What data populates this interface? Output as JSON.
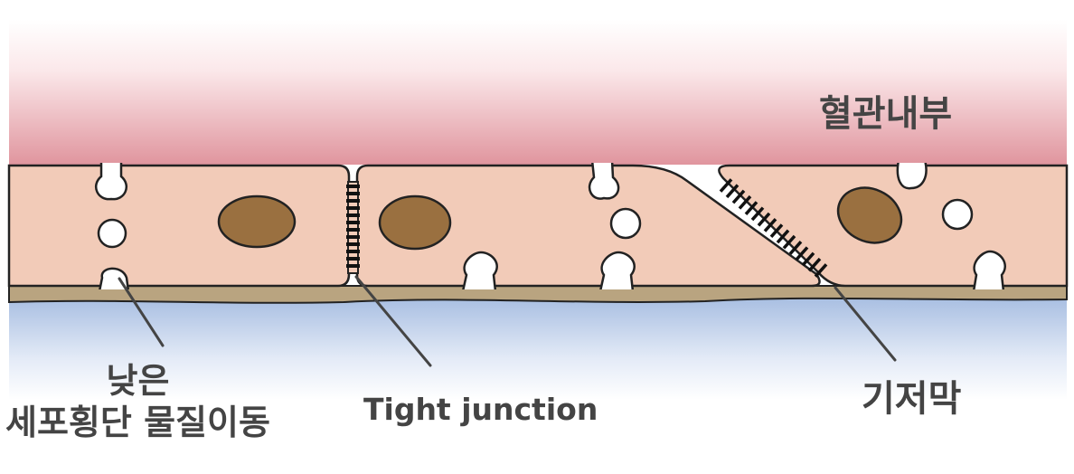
{
  "labels": {
    "lumen": "혈관내부",
    "paracellular_line1": "낮은",
    "paracellular_line2": "세포횡단 물질이동",
    "tight_junction": "Tight junction",
    "basement_membrane": "기저막"
  },
  "colors": {
    "blood_side": "#e0959e",
    "tissue_side": "#a9bfe2",
    "cell_fill": "#f2cbb8",
    "nucleus": "#9a7040",
    "basement_membrane": "#b9a480",
    "outline": "#222222",
    "label_text": "#444444"
  }
}
